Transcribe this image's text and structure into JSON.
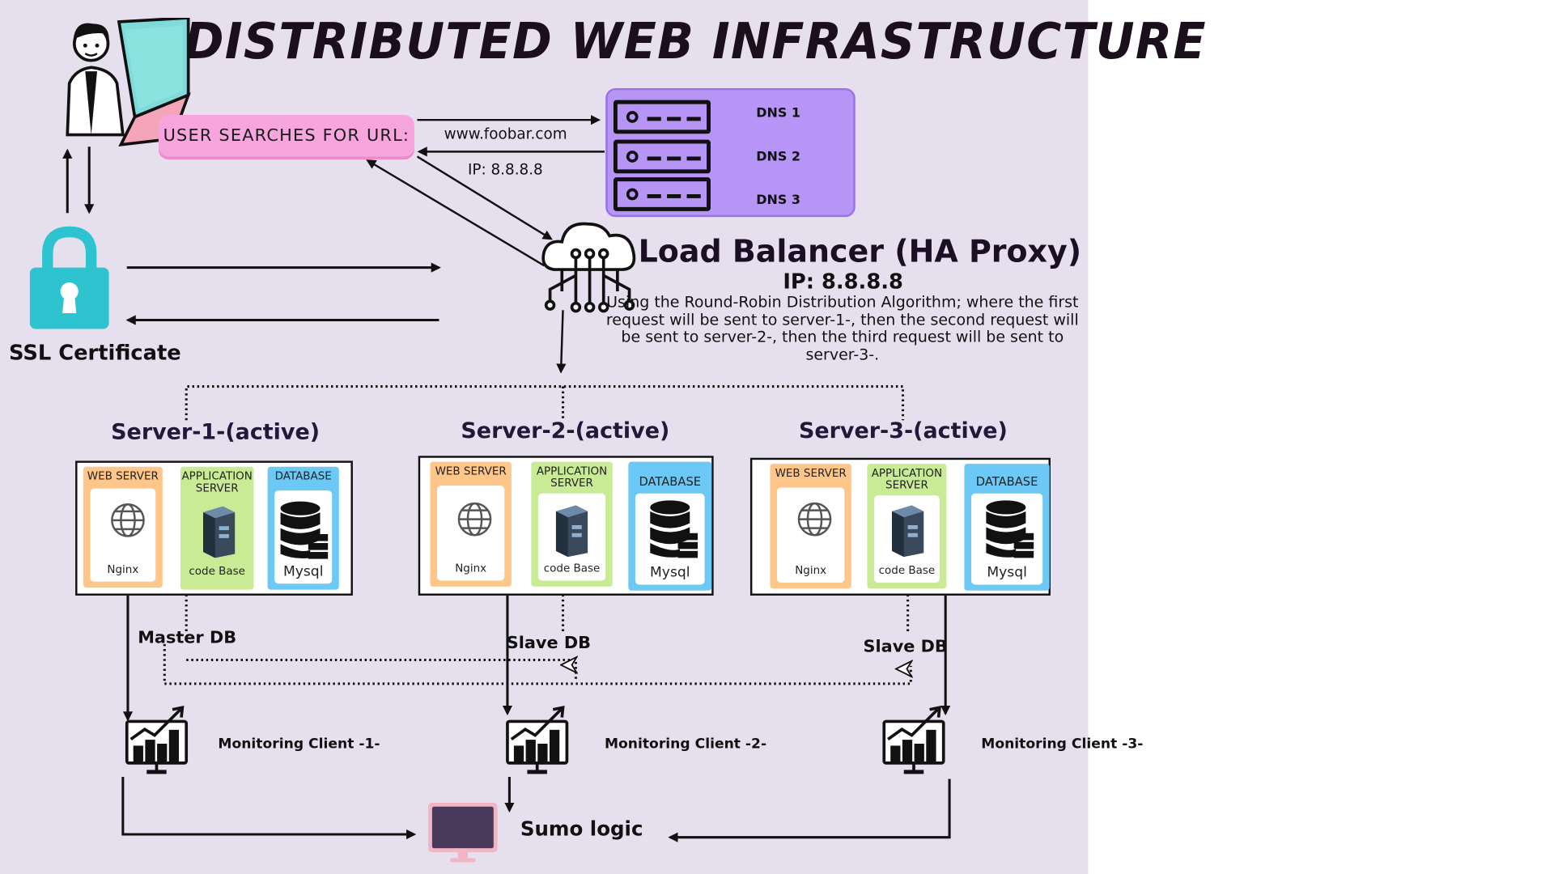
{
  "title": "DISTRIBUTED WEB INFRASTRUCTURE",
  "user": {
    "search_label": "USER SEARCHES FOR URL:",
    "url": "www.foobar.com",
    "ip_response": "IP: 8.8.8.8"
  },
  "dns": {
    "entries": [
      "DNS 1",
      "DNS 2",
      "DNS 3"
    ]
  },
  "load_balancer": {
    "title": "Load Balancer (HA Proxy)",
    "ip": "IP: 8.8.8.8",
    "description": "Using the Round-Robin Distribution Algorithm; where the first request will be sent to server-1-, then the second request will be sent to server-2-, then the third request will be sent to server-3-."
  },
  "ssl": {
    "label": "SSL Certificate"
  },
  "servers": [
    {
      "title": "Server-1-(active)",
      "web_caption": "WEB SERVER",
      "web_label": "Nginx",
      "app_caption": "APPLICATION SERVER",
      "app_label": "code Base",
      "db_caption": "DATABASE",
      "db_label": "Mysql",
      "db_role": "Master DB",
      "monitor": "Monitoring Client -1-"
    },
    {
      "title": "Server-2-(active)",
      "web_caption": "WEB SERVER",
      "web_label": "Nginx",
      "app_caption": "APPLICATION SERVER",
      "app_label": "code Base",
      "db_caption": "DATABASE",
      "db_label": "Mysql",
      "db_role": "Slave DB",
      "monitor": "Monitoring Client -2-"
    },
    {
      "title": "Server-3-(active)",
      "web_caption": "WEB SERVER",
      "web_label": "Nginx",
      "app_caption": "APPLICATION SERVER",
      "app_label": "code Base",
      "db_caption": "DATABASE",
      "db_label": "Mysql",
      "db_role": "Slave DB",
      "monitor": "Monitoring Client -3-"
    }
  ],
  "sumo": {
    "label": "Sumo logic"
  },
  "colors": {
    "background": "#e6e0ee",
    "url_pill": "#f7a6dd",
    "dns_box": "#b695f7",
    "lock": "#2ec4cf",
    "web_server": "#ffc68a",
    "app_server": "#c9eb96",
    "database": "#6cc8f4"
  }
}
